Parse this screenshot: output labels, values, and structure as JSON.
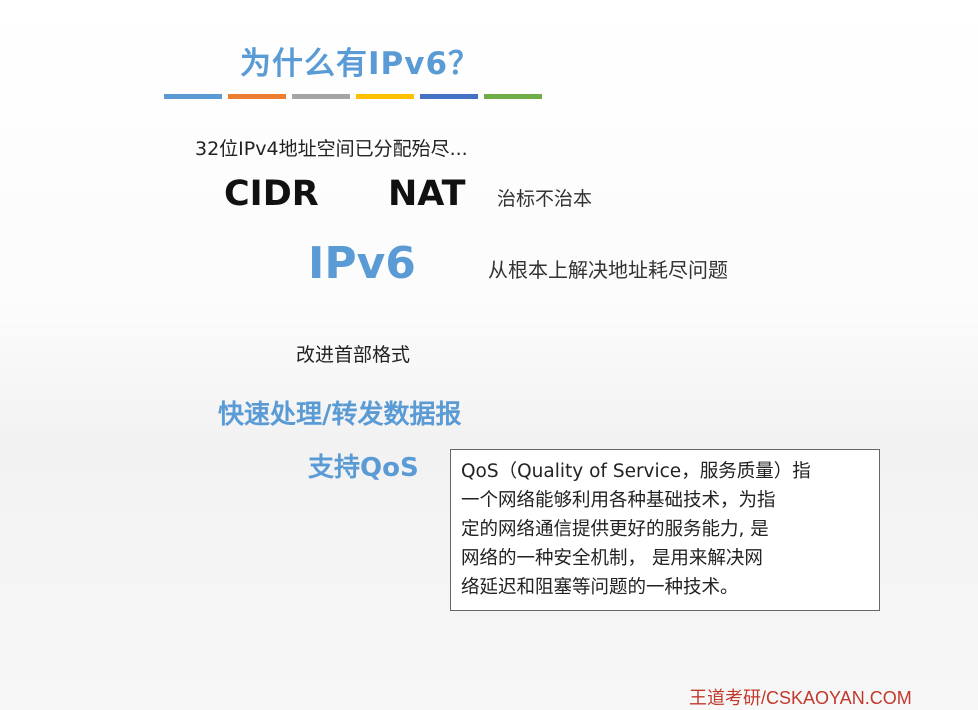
{
  "slide": {
    "title": "为什么有IPv6？",
    "accent_bars": [
      "#5b9bd5",
      "#ed7d31",
      "#a5a5a5",
      "#ffc000",
      "#4472c4",
      "#70ad47"
    ],
    "line_exhausted": "32位IPv4地址空间已分配殆尽...",
    "cidr": "CIDR",
    "nat": "NAT",
    "treat_symptoms": "治标不治本",
    "ipv6": "IPv6",
    "solve_root": "从根本上解决地址耗尽问题",
    "improve_header": "改进首部格式",
    "fast_processing": "快速处理/转发数据报",
    "support_qos": "支持QoS",
    "qos_note_lines": [
      "QoS（Quality of Service，服务质量）指",
      "一个网络能够利用各种基础技术，为指",
      "定的网络通信提供更好的服务能力, 是",
      "网络的一种安全机制， 是用来解决网",
      "络延迟和阻塞等问题的一种技术。"
    ],
    "footer": "王道考研/CSKAOYAN.COM"
  },
  "colors": {
    "accent_blue": "#5b9bd5",
    "footer_red": "#c0392b"
  }
}
